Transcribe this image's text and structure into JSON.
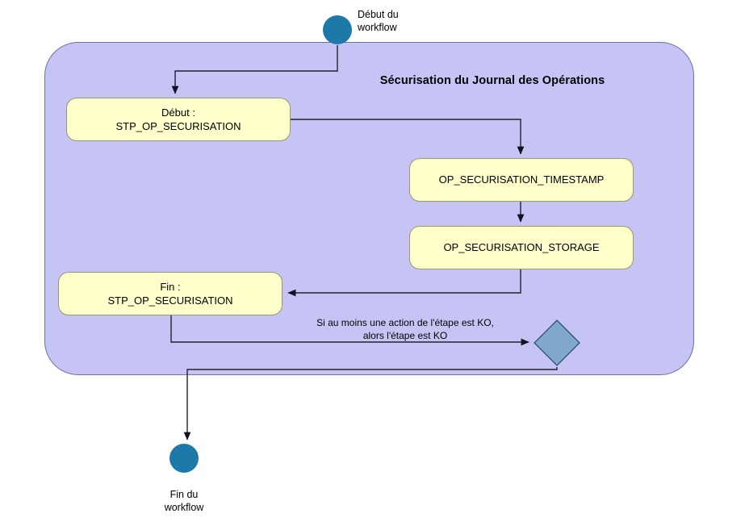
{
  "diagram": {
    "title": "Sécurisation du Journal des Opérations",
    "type": "activity-workflow",
    "colors": {
      "lane_fill": "#C5C4F5",
      "lane_border": "#6F6FA6",
      "node_fill": "#FFFFCC",
      "node_border": "#9A9A6A",
      "terminal_fill": "#1D7AA8",
      "decision_fill": "#7FA8CC",
      "decision_border": "#33506B",
      "edge_stroke": "#222233"
    }
  },
  "start": {
    "label_line1": "Début du",
    "label_line2": "workflow",
    "icon": "filled-circle"
  },
  "end": {
    "label_line1": "Fin du",
    "label_line2": "workflow",
    "icon": "filled-circle"
  },
  "nodes": [
    {
      "id": "debut",
      "line1": "Début :",
      "line2": "STP_OP_SECURISATION"
    },
    {
      "id": "timestamp",
      "line1": "OP_SECURISATION_TIMESTAMP",
      "line2": ""
    },
    {
      "id": "storage",
      "line1": "OP_SECURISATION_STORAGE",
      "line2": ""
    },
    {
      "id": "fin",
      "line1": "Fin :",
      "line2": "STP_OP_SECURISATION"
    }
  ],
  "decision": {
    "shape": "diamond",
    "note_line1": "Si au moins une action de l'étape est KO,",
    "note_line2": "alors l'étape est KO"
  }
}
